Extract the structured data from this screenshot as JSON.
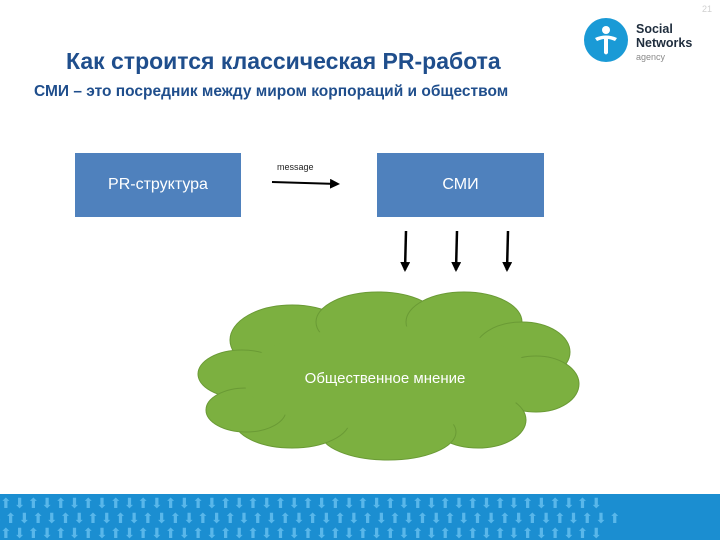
{
  "slide_number": "21",
  "logo": {
    "line1": "Social",
    "line2": "Networks",
    "sub": "agency"
  },
  "title": "Как строится классическая PR-работа",
  "subtitle": "СМИ – это посредник между миром корпораций и обществом",
  "diagram": {
    "source_box": "PR-структура",
    "arrow_label": "message",
    "target_box": "СМИ",
    "cloud_label": "Общественное мнение"
  },
  "colors": {
    "title": "#1f4e8c",
    "box_fill": "#4f81bd",
    "cloud_fill": "#7cb040",
    "footer": "#1b8ed1",
    "logo": "#1a9ad6"
  },
  "icons": {
    "logo": "person-dot-icon",
    "footer_pattern": "arrow-pattern"
  }
}
